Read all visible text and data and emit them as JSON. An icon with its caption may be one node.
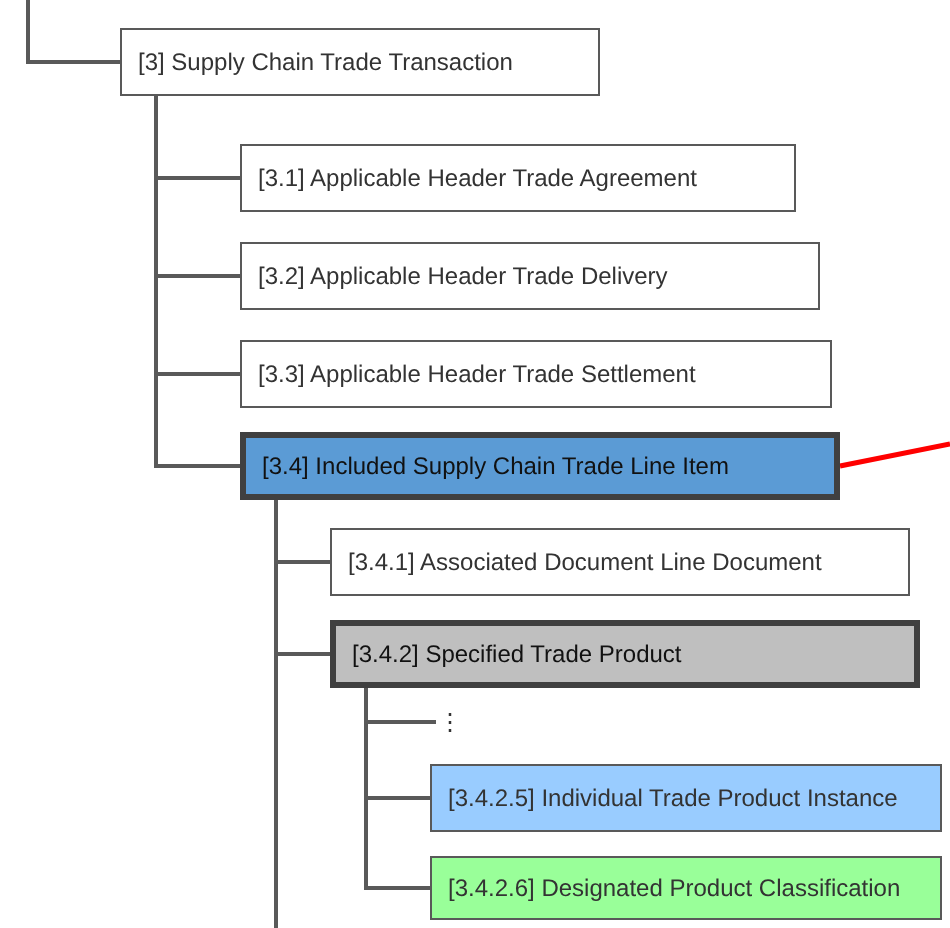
{
  "diagram": {
    "nodes": [
      {
        "text": [
          "[3] Supply Chain Trade Transaction"
        ]
      },
      {
        "text": [
          "[3.1] Applicable Header Trade Agreement"
        ]
      },
      {
        "text": [
          "[3.2] Applicable Header Trade Delivery"
        ]
      },
      {
        "text": [
          "[3.3] Applicable Header Trade Settlement"
        ]
      },
      {
        "text": [
          "[3.4] Included Supply Chain Trade Line Item"
        ]
      },
      {
        "text": [
          "[3.4.1] Associated Document Line Document"
        ]
      },
      {
        "text": [
          "[3.4.2] Specified Trade Product"
        ]
      },
      {
        "text": [
          "⋮"
        ]
      },
      {
        "text": [
          "[3.4.2.5] Individual Trade Product Instance"
        ]
      },
      {
        "text": [
          "[3.4.2.6] Designated Product Classification"
        ]
      }
    ],
    "edges": [
      {
        "from": null,
        "to": 0,
        "arrow": "none"
      },
      {
        "from": 0,
        "to": 1,
        "arrow": "none"
      },
      {
        "from": 0,
        "to": 2,
        "arrow": "none"
      },
      {
        "from": 0,
        "to": 3,
        "arrow": "none"
      },
      {
        "from": 0,
        "to": 4,
        "arrow": "none"
      },
      {
        "from": 4,
        "to": null,
        "arrow": "none",
        "color": "#ff0000"
      },
      {
        "from": 4,
        "to": 5,
        "arrow": "none"
      },
      {
        "from": 4,
        "to": 6,
        "arrow": "none"
      },
      {
        "from": 6,
        "to": 7,
        "arrow": "none"
      },
      {
        "from": 6,
        "to": 8,
        "arrow": "none"
      },
      {
        "from": 6,
        "to": 9,
        "arrow": "none"
      },
      {
        "from": 4,
        "to": null,
        "arrow": "none"
      }
    ]
  }
}
